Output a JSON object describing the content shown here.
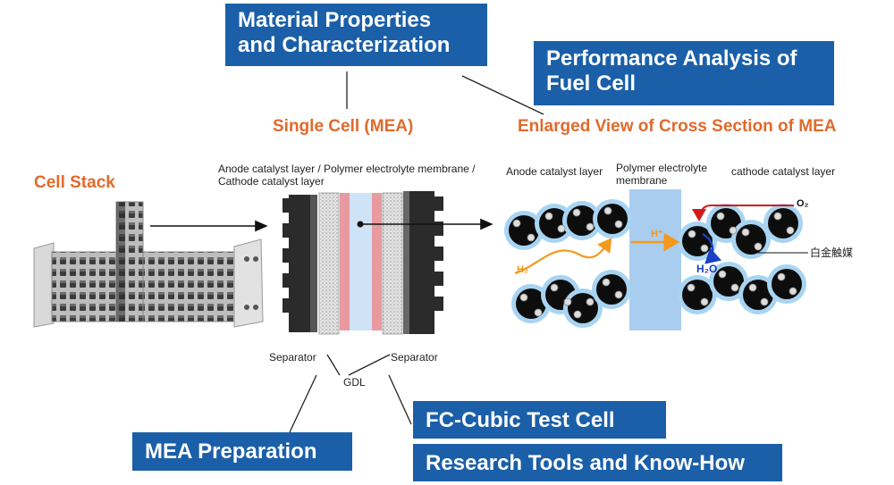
{
  "boxes": {
    "material": "Material Properties and Characterization",
    "performance": "Performance Analysis of Fuel Cell",
    "mea_prep": "MEA Preparation",
    "fc_cubic": "FC-Cubic Test Cell",
    "research": "Research Tools and Know-How"
  },
  "headings": {
    "cell_stack": "Cell Stack",
    "single_cell": "Single Cell (MEA)",
    "enlarged": "Enlarged View of Cross Section of MEA"
  },
  "labels": {
    "mea_layers_line1": "Anode catalyst layer / Polymer electrolyte membrane /",
    "mea_layers_line2": "Cathode catalyst layer",
    "separator_left": "Separator",
    "separator_right": "Separator",
    "gdl": "GDL",
    "anode_catalyst": "Anode catalyst layer",
    "polymer_line1": "Polymer electrolyte",
    "polymer_line2": "membrane",
    "cathode_catalyst": "cathode catalyst layer",
    "platinum": "白金触媒",
    "h2": "H₂",
    "h_plus": "H⁺",
    "o2": "O₂",
    "h2o": "H₂O"
  },
  "colors": {
    "box_blue": "#1a5fa8",
    "orange": "#e06a2c",
    "membrane_blue": "#a9cdee",
    "ionomer_blue": "#a8d4f2",
    "arrow_orange": "#f39a1e",
    "arrow_red": "#d11b1b",
    "arrow_blue": "#1b3fc6"
  }
}
